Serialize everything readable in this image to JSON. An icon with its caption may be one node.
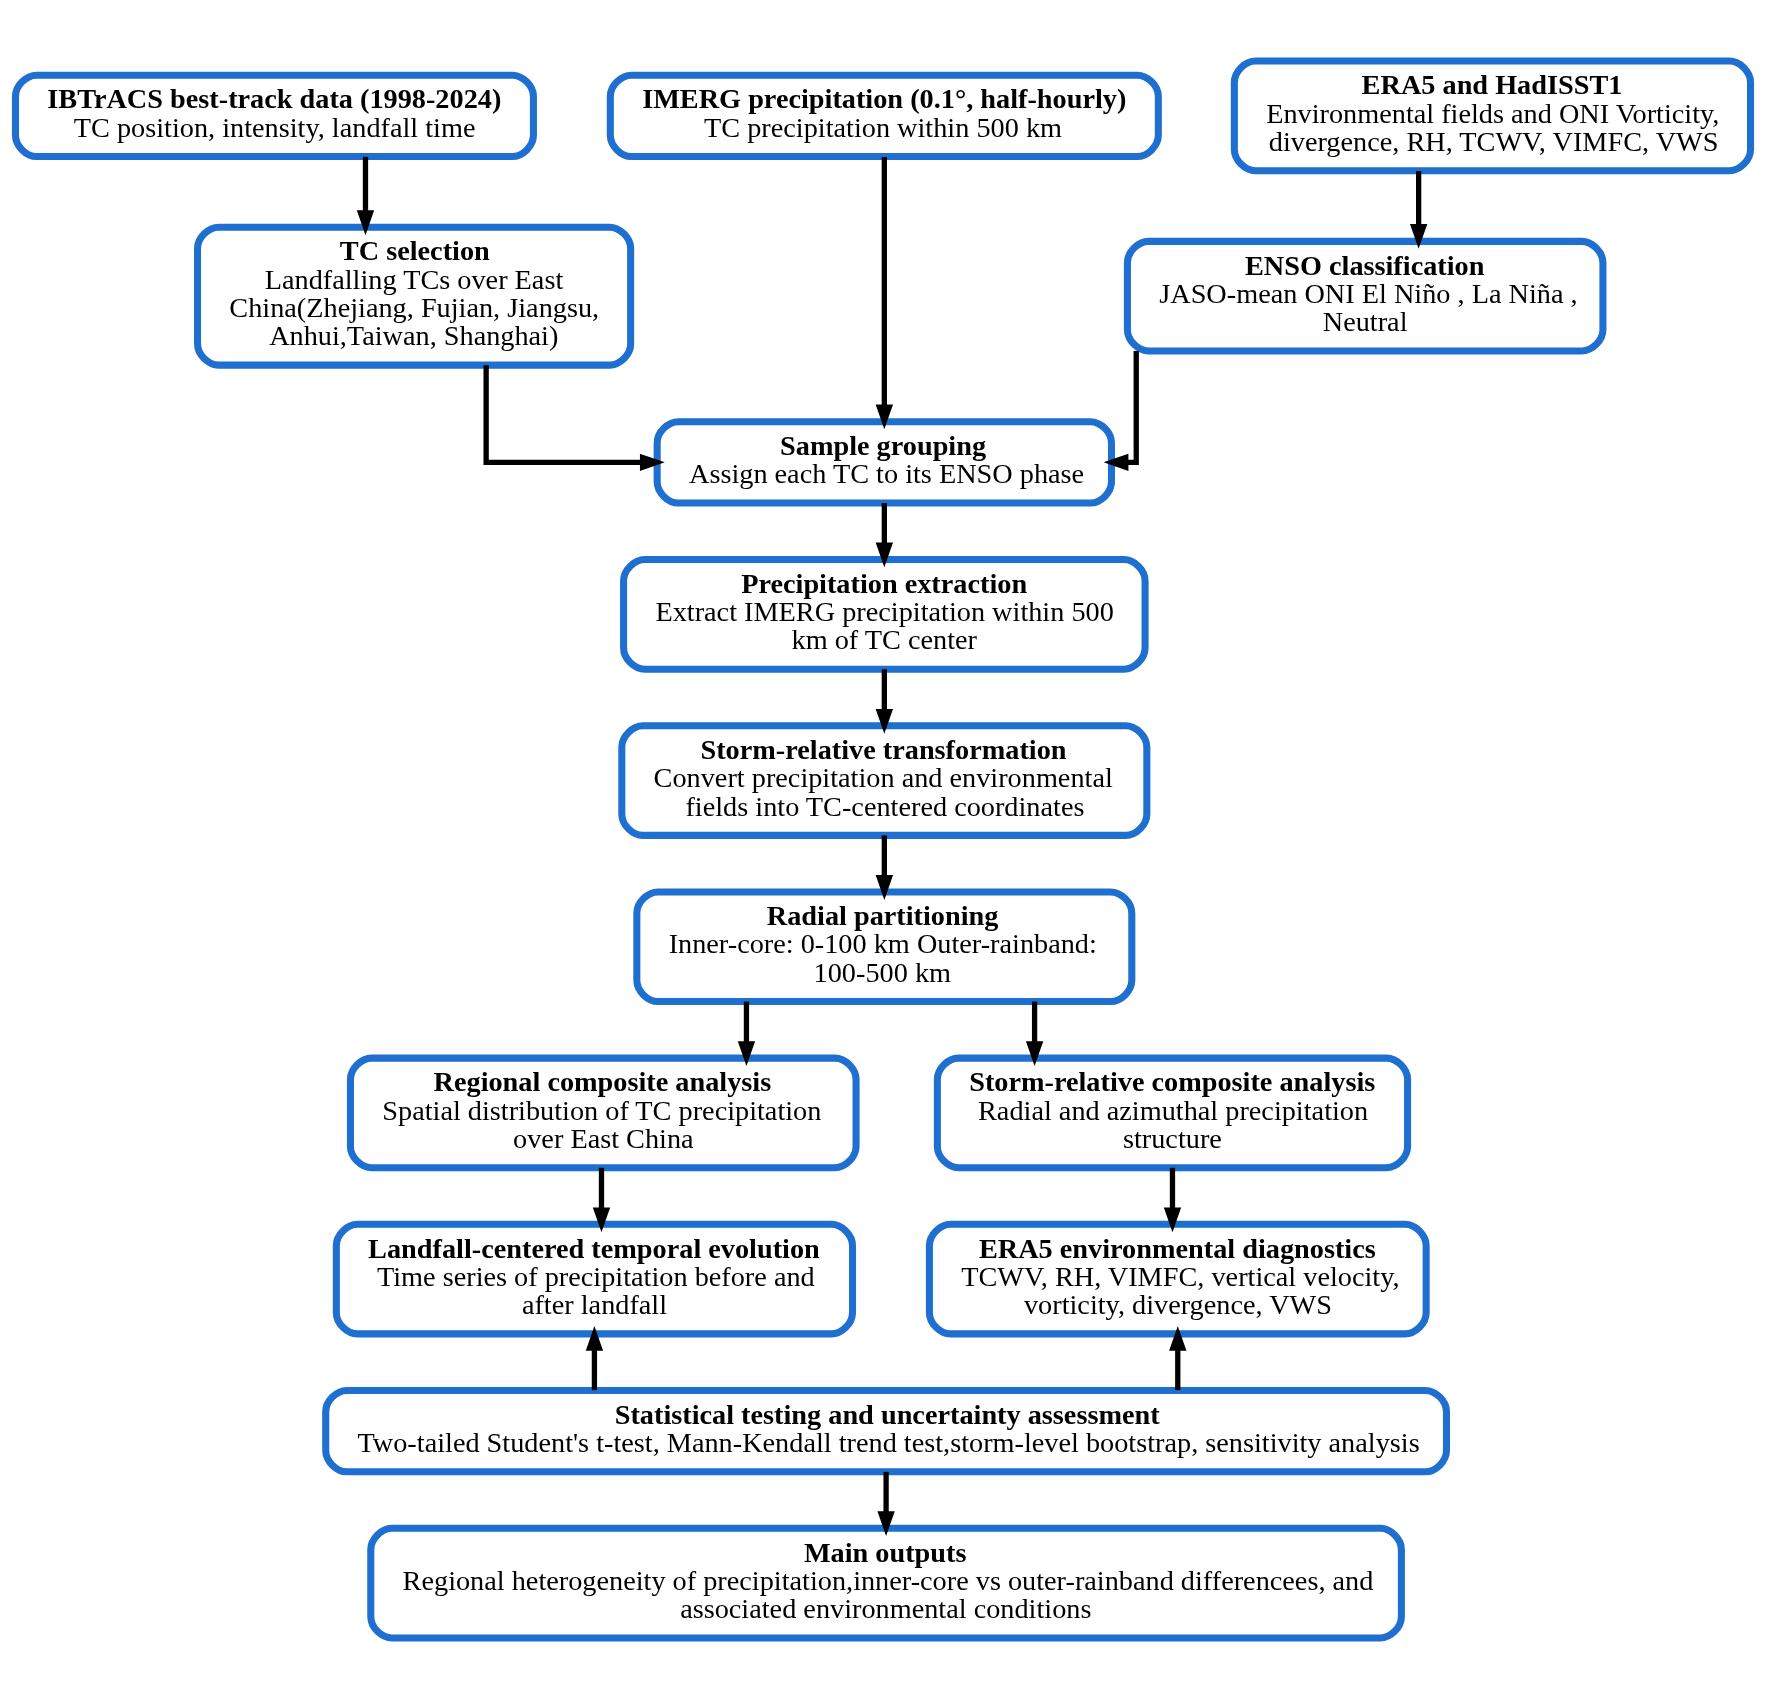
{
  "diagram": {
    "nodes": [
      {
        "text": [
          "IBTrACS best-track data (1998-2024)",
          "TC position, intensity, landfall time"
        ]
      },
      {
        "text": [
          "IMERG precipitation (0.1°, half-hourly)",
          "TC precipitation within 500 km"
        ]
      },
      {
        "text": [
          "ERA5 and HadISST1",
          "Environmental fields and ONI Vorticity, divergence, RH, TCWV, VIMFC, VWS"
        ]
      },
      {
        "text": [
          "TC selection",
          "Landfalling TCs over East China(Zhejiang, Fujian, Jiangsu, Anhui,Taiwan, Shanghai)"
        ]
      },
      {
        "text": [
          "ENSO classification",
          "JASO-mean ONI El Niño , La Niña , Neutral"
        ]
      },
      {
        "text": [
          "Sample grouping",
          "Assign each TC to its ENSO phase"
        ]
      },
      {
        "text": [
          "Precipitation extraction",
          "Extract IMERG precipitation within 500 km of TC center"
        ]
      },
      {
        "text": [
          "Storm-relative transformation",
          "Convert precipitation and environmental fields into TC-centered coordinates"
        ]
      },
      {
        "text": [
          "Radial partitioning",
          "Inner-core: 0-100 km Outer-rainband: 100-500 km"
        ]
      },
      {
        "text": [
          "Regional composite analysis",
          "Spatial distribution of TC precipitation over East China"
        ]
      },
      {
        "text": [
          "Storm-relative composite analysis",
          "Radial and azimuthal precipitation structure"
        ]
      },
      {
        "text": [
          "Landfall-centered temporal evolution",
          "Time series of precipitation before and after landfall"
        ]
      },
      {
        "text": [
          "ERA5 environmental diagnostics",
          "TCWV, RH, VIMFC, vertical velocity, vorticity, divergence, VWS"
        ]
      },
      {
        "text": [
          "Statistical testing and uncertainty assessment",
          "Two-tailed Student's t-test, Mann-Kendall trend test,storm-level bootstrap, sensitivity analysis"
        ]
      },
      {
        "text": [
          "Main outputs",
          "Regional heterogeneity of precipitation,inner-core vs outer-rainband differencees, and associated environmental conditions"
        ]
      }
    ],
    "edges": [
      {
        "from": 0,
        "to": 3,
        "arrow": "to"
      },
      {
        "from": 2,
        "to": 4,
        "arrow": "to"
      },
      {
        "from": 1,
        "to": 5,
        "arrow": "to"
      },
      {
        "from": 3,
        "to": 5,
        "arrow": "to"
      },
      {
        "from": 4,
        "to": 5,
        "arrow": "to"
      },
      {
        "from": 5,
        "to": 6,
        "arrow": "to"
      },
      {
        "from": 6,
        "to": 7,
        "arrow": "to"
      },
      {
        "from": 7,
        "to": 8,
        "arrow": "to"
      },
      {
        "from": 8,
        "to": 9,
        "arrow": "to"
      },
      {
        "from": 8,
        "to": 10,
        "arrow": "to"
      },
      {
        "from": 9,
        "to": 11,
        "arrow": "to"
      },
      {
        "from": 10,
        "to": 12,
        "arrow": "to"
      },
      {
        "from": 13,
        "to": 11,
        "arrow": "to"
      },
      {
        "from": 13,
        "to": 12,
        "arrow": "to"
      },
      {
        "from": 13,
        "to": 14,
        "arrow": "to"
      }
    ]
  }
}
